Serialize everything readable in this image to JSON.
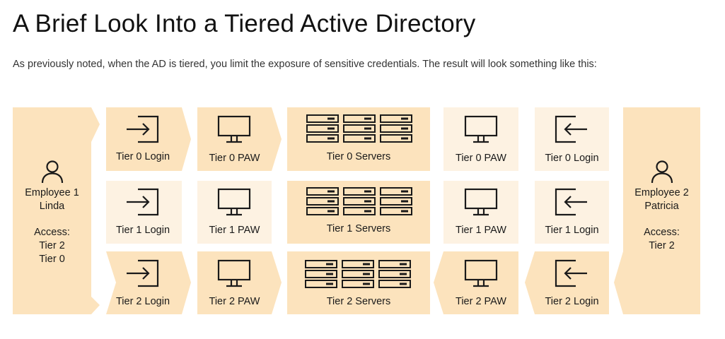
{
  "title": "A Brief Look Into a Tiered Active Directory",
  "intro": "As previously noted, when the AD is tiered, you limit the exposure of sensitive credentials. The result will look something like this:",
  "colors": {
    "dark_cell": "#fce3bd",
    "light_cell": "#fdf2e2",
    "icon_stroke": "#1a1a1a"
  },
  "employee_left": {
    "name_line1": "Employee 1",
    "name_line2": "Linda",
    "access_label": "Access:",
    "access_tiers": [
      "Tier 2",
      "Tier 0"
    ]
  },
  "employee_right": {
    "name_line1": "Employee 2",
    "name_line2": "Patricia",
    "access_label": "Access:",
    "access_tiers": [
      "Tier 2"
    ]
  },
  "rows": [
    {
      "login_left": "Tier 0 Login",
      "paw_left": "Tier 0 PAW",
      "servers": "Tier 0 Servers",
      "paw_right": "Tier 0 PAW",
      "login_right": "Tier 0 Login"
    },
    {
      "login_left": "Tier 1 Login",
      "paw_left": "Tier 1 PAW",
      "servers": "Tier 1 Servers",
      "paw_right": "Tier 1 PAW",
      "login_right": "Tier 1 Login"
    },
    {
      "login_left": "Tier 2 Login",
      "paw_left": "Tier 2 PAW",
      "servers": "Tier 2 Servers",
      "paw_right": "Tier 2 PAW",
      "login_right": "Tier 2 Login"
    }
  ]
}
